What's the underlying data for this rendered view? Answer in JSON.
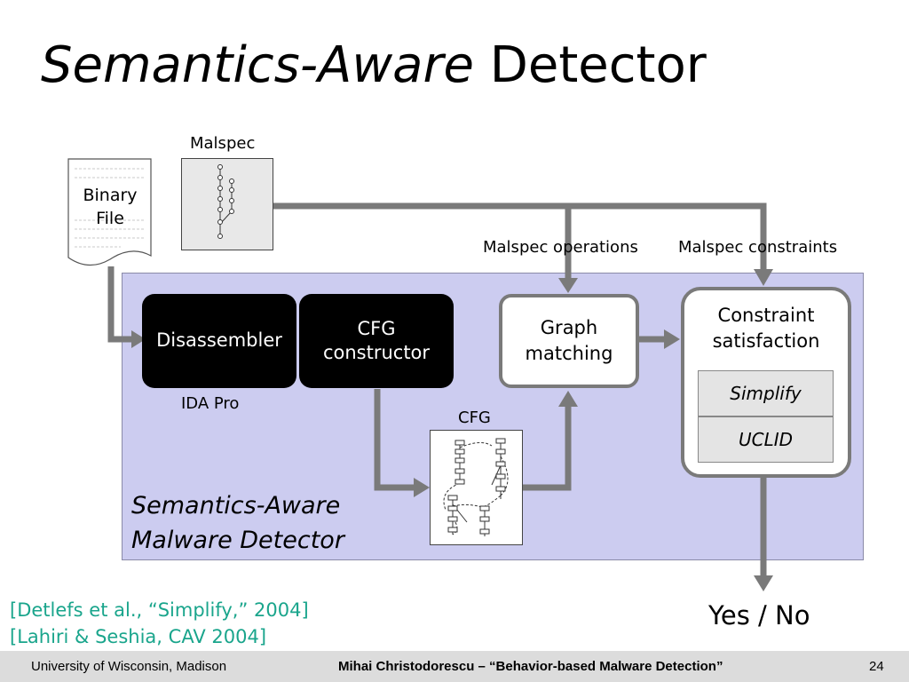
{
  "slide": {
    "title_italic": "Semantics-Aware",
    "title_plain": "Detector"
  },
  "inputs": {
    "binary_file_line1": "Binary",
    "binary_file_line2": "File",
    "malspec_label": "Malspec"
  },
  "labels": {
    "malspec_operations": "Malspec operations",
    "malspec_constraints": "Malspec constraints",
    "ida_pro": "IDA Pro",
    "cfg": "CFG"
  },
  "components": {
    "disassembler": "Disassembler",
    "cfg_constructor_line1": "CFG",
    "cfg_constructor_line2": "constructor",
    "graph_matching_line1": "Graph",
    "graph_matching_line2": "matching",
    "constraint_line1": "Constraint",
    "constraint_line2": "satisfaction",
    "simplify": "Simplify",
    "uclid": "UCLID"
  },
  "detector": {
    "line1": "Semantics-Aware",
    "line2": "Malware Detector"
  },
  "references": {
    "ref1": "[Detlefs et al., “Simplify,” 2004]",
    "ref2": "[Lahiri & Seshia, CAV 2004]"
  },
  "output": {
    "yes_no": "Yes / No"
  },
  "footer": {
    "left": "University of Wisconsin, Madison",
    "center": "Mihai Christodorescu – “Behavior-based Malware Detection”",
    "page": "24"
  },
  "colors": {
    "detector_bg": "#ccccf0",
    "arrow": "#7a7a7a",
    "reference_text": "#1aa58c",
    "footer_bg": "#dcdcdc"
  }
}
